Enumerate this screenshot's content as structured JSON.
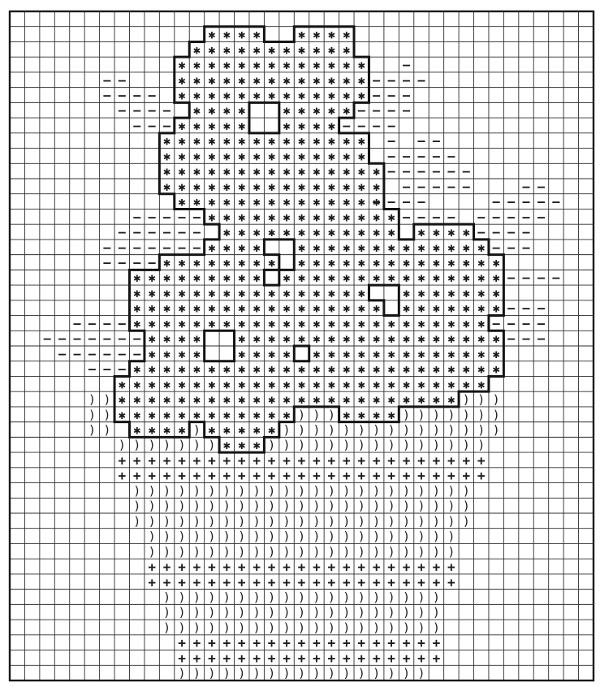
{
  "chart_data": {
    "type": "cross-stitch chart",
    "cols": 39,
    "rows": 44,
    "symbols": {
      "*": "✱",
      "+": "+",
      ")": ")",
      "-": "–"
    },
    "rows_data": [
      [],
      [
        [
          13,
          16,
          "*"
        ],
        [
          19,
          22,
          "*"
        ]
      ],
      [
        [
          12,
          17,
          "*"
        ],
        [
          18,
          22,
          "*"
        ]
      ],
      [
        [
          11,
          23,
          "*"
        ],
        [
          26,
          26,
          "-"
        ]
      ],
      [
        [
          6,
          7,
          "-"
        ],
        [
          11,
          23,
          "*"
        ],
        [
          24,
          27,
          "-"
        ]
      ],
      [
        [
          6,
          9,
          "-"
        ],
        [
          11,
          23,
          "*"
        ],
        [
          24,
          26,
          "-"
        ]
      ],
      [
        [
          7,
          10,
          "-"
        ],
        [
          12,
          15,
          "*"
        ],
        [
          18,
          22,
          "*"
        ],
        [
          23,
          26,
          "-"
        ]
      ],
      [
        [
          8,
          10,
          "-"
        ],
        [
          11,
          15,
          "*"
        ],
        [
          18,
          21,
          "*"
        ],
        [
          22,
          25,
          "-"
        ]
      ],
      [
        [
          10,
          23,
          "*"
        ],
        [
          25,
          25,
          "-"
        ],
        [
          27,
          28,
          "-"
        ]
      ],
      [
        [
          10,
          23,
          "*"
        ],
        [
          25,
          29,
          "-"
        ]
      ],
      [
        [
          10,
          24,
          "*"
        ],
        [
          25,
          30,
          "-"
        ]
      ],
      [
        [
          10,
          24,
          "*"
        ],
        [
          26,
          30,
          "-"
        ],
        [
          34,
          35,
          "-"
        ]
      ],
      [
        [
          11,
          24,
          "*"
        ],
        [
          24,
          27,
          "-"
        ],
        [
          32,
          36,
          "-"
        ]
      ],
      [
        [
          8,
          12,
          "-"
        ],
        [
          13,
          25,
          "*"
        ],
        [
          26,
          29,
          "-"
        ],
        [
          31,
          35,
          "-"
        ]
      ],
      [
        [
          7,
          12,
          "-"
        ],
        [
          14,
          18,
          "*"
        ],
        [
          19,
          25,
          "*"
        ],
        [
          27,
          30,
          "*"
        ],
        [
          31,
          34,
          "-"
        ]
      ],
      [
        [
          6,
          12,
          "-"
        ],
        [
          13,
          16,
          "*"
        ],
        [
          19,
          20,
          "*"
        ],
        [
          21,
          31,
          "*"
        ],
        [
          32,
          34,
          "-"
        ]
      ],
      [
        [
          6,
          9,
          "-"
        ],
        [
          10,
          17,
          "*"
        ],
        [
          19,
          19,
          "*"
        ],
        [
          20,
          32,
          "*"
        ]
      ],
      [
        [
          8,
          16,
          "*"
        ],
        [
          18,
          32,
          "*"
        ],
        [
          33,
          36,
          "-"
        ]
      ],
      [
        [
          8,
          19,
          "*"
        ],
        [
          20,
          23,
          "*"
        ],
        [
          26,
          32,
          "*"
        ]
      ],
      [
        [
          8,
          24,
          "*"
        ],
        [
          26,
          32,
          "*"
        ],
        [
          33,
          35,
          "-"
        ]
      ],
      [
        [
          4,
          7,
          "-"
        ],
        [
          8,
          19,
          "*"
        ],
        [
          20,
          31,
          "*"
        ],
        [
          32,
          35,
          "-"
        ]
      ],
      [
        [
          2,
          8,
          "-"
        ],
        [
          9,
          12,
          "*"
        ],
        [
          15,
          18,
          "*"
        ],
        [
          19,
          32,
          "*"
        ],
        [
          33,
          35,
          "-"
        ]
      ],
      [
        [
          3,
          8,
          "-"
        ],
        [
          9,
          12,
          "*"
        ],
        [
          15,
          17,
          "*"
        ],
        [
          18,
          18,
          "*"
        ],
        [
          20,
          32,
          "*"
        ]
      ],
      [
        [
          5,
          7,
          "-"
        ],
        [
          8,
          32,
          "*"
        ]
      ],
      [
        [
          7,
          19,
          "*"
        ],
        [
          20,
          31,
          "*"
        ]
      ],
      [
        [
          5,
          6,
          ")"
        ],
        [
          7,
          19,
          "*"
        ],
        [
          20,
          26,
          "*"
        ],
        [
          27,
          29,
          "*"
        ],
        [
          30,
          32,
          ")"
        ]
      ],
      [
        [
          5,
          6,
          ")"
        ],
        [
          7,
          12,
          "*"
        ],
        [
          13,
          18,
          "*"
        ],
        [
          19,
          21,
          ")"
        ],
        [
          22,
          25,
          "*"
        ],
        [
          26,
          32,
          ")"
        ]
      ],
      [
        [
          5,
          6,
          ")"
        ],
        [
          8,
          11,
          "*"
        ],
        [
          12,
          12,
          ")"
        ],
        [
          13,
          17,
          "*"
        ],
        [
          18,
          32,
          ")"
        ]
      ],
      [
        [
          7,
          7,
          ")"
        ],
        [
          8,
          13,
          ")"
        ],
        [
          14,
          16,
          "*"
        ],
        [
          17,
          31,
          ")"
        ]
      ],
      [
        [
          7,
          31,
          "+"
        ]
      ],
      [
        [
          7,
          31,
          "+"
        ]
      ],
      [
        [
          8,
          30,
          ")"
        ]
      ],
      [
        [
          8,
          30,
          ")"
        ]
      ],
      [
        [
          8,
          30,
          ")"
        ]
      ],
      [
        [
          9,
          29,
          ")"
        ]
      ],
      [
        [
          9,
          29,
          ")"
        ]
      ],
      [
        [
          9,
          29,
          "+"
        ]
      ],
      [
        [
          9,
          29,
          "+"
        ]
      ],
      [
        [
          10,
          28,
          ")"
        ]
      ],
      [
        [
          10,
          28,
          ")"
        ]
      ],
      [
        [
          10,
          28,
          ")"
        ]
      ],
      [
        [
          11,
          28,
          "+"
        ]
      ],
      [
        [
          11,
          28,
          "+"
        ]
      ],
      [
        [
          11,
          27,
          ")"
        ]
      ]
    ]
  }
}
